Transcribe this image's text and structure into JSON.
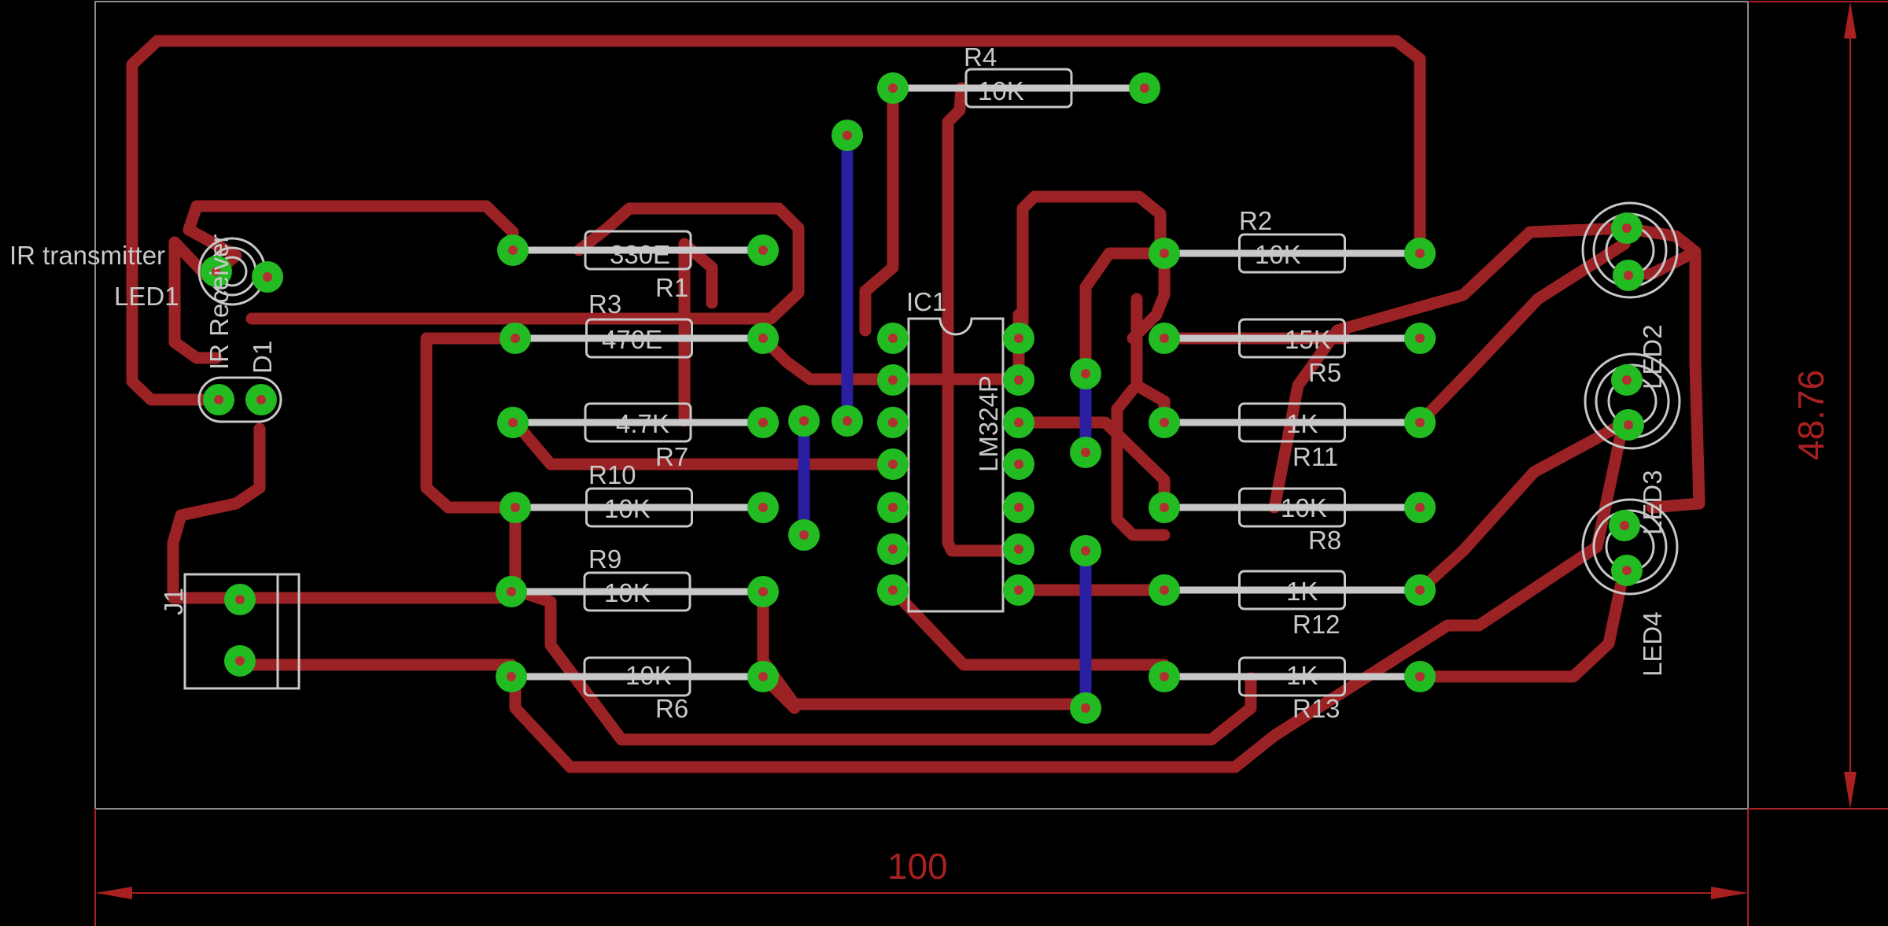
{
  "board": {
    "background": "#000000",
    "colors": {
      "top_trace": "#9b2224",
      "bottom_trace": "#2a1fa0",
      "pad": "#22bb22",
      "silkscreen": "#c8c8c8",
      "dimension": "#a82020"
    }
  },
  "labels": {
    "ir_transmitter": "IR transmitter",
    "led1": "LED1",
    "ir_receiver": "IR Receiver",
    "d1": "D1",
    "j1": "J1",
    "ic1": "IC1",
    "lm324p": "LM324P",
    "led2": "LED2",
    "led3": "LED3",
    "led4": "LED4"
  },
  "resistors": [
    {
      "id": "R4",
      "value": "10K"
    },
    {
      "id": "R1",
      "value": "330E"
    },
    {
      "id": "R3",
      "value": "470E"
    },
    {
      "id": "R7",
      "value": "4.7K"
    },
    {
      "id": "R10",
      "value": "10K"
    },
    {
      "id": "R9",
      "value": "10K"
    },
    {
      "id": "R6",
      "value": "10K"
    },
    {
      "id": "R2",
      "value": "10K"
    },
    {
      "id": "R5",
      "value": "15K"
    },
    {
      "id": "R11",
      "value": "1K"
    },
    {
      "id": "R8",
      "value": "10K"
    },
    {
      "id": "R12",
      "value": "1K"
    },
    {
      "id": "R13",
      "value": "1K"
    }
  ],
  "dimensions": {
    "width": "100",
    "height": "48.76"
  }
}
